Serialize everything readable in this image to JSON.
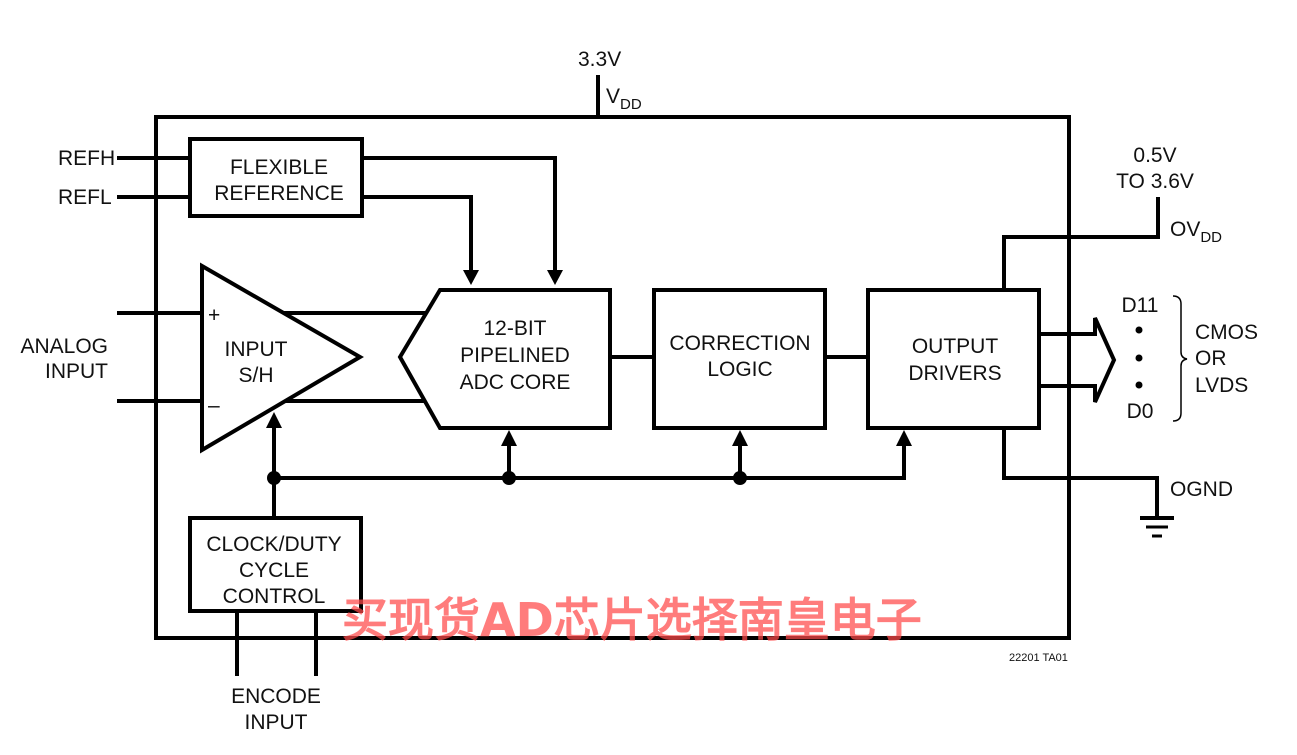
{
  "supply": {
    "vdd_voltage": "3.3V",
    "vdd_label": "V",
    "vdd_sub": "DD",
    "ovdd_range_line1": "0.5V",
    "ovdd_range_line2": "TO 3.6V",
    "ovdd_label": "OV",
    "ovdd_sub": "DD",
    "ognd_label": "OGND"
  },
  "pins": {
    "refh": "REFH",
    "refl": "REFL",
    "analog_input_line1": "ANALOG",
    "analog_input_line2": "INPUT",
    "encode_input_line1": "ENCODE",
    "encode_input_line2": "INPUT",
    "plus": "+",
    "minus": "–"
  },
  "blocks": {
    "flexible_reference": [
      "FLEXIBLE",
      "REFERENCE"
    ],
    "input_sh": [
      "INPUT",
      "S/H"
    ],
    "adc_core": [
      "12-BIT",
      "PIPELINED",
      "ADC CORE"
    ],
    "correction_logic": [
      "CORRECTION",
      "LOGIC"
    ],
    "output_drivers": [
      "OUTPUT",
      "DRIVERS"
    ],
    "clock_control": [
      "CLOCK/DUTY",
      "CYCLE",
      "CONTROL"
    ]
  },
  "outputs": {
    "msb": "D11",
    "lsb": "D0",
    "format_line1": "CMOS",
    "format_line2": "OR",
    "format_line3": "LVDS"
  },
  "figure_id": "22201 TA01",
  "watermark": "买现货AD芯片选择南皇电子"
}
